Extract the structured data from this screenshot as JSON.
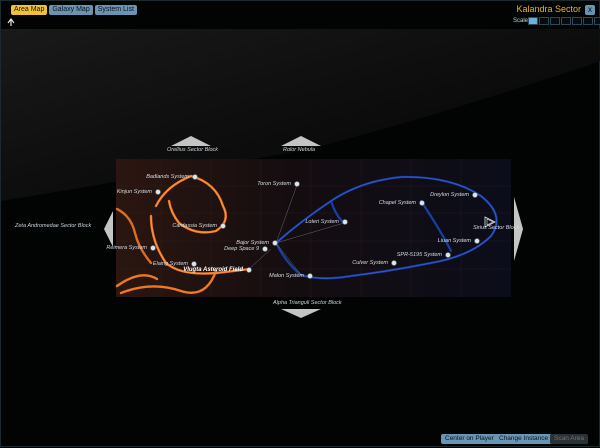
{
  "tabs": [
    {
      "label": "Area Map",
      "active": true
    },
    {
      "label": "Galaxy Map",
      "active": false
    },
    {
      "label": "System List",
      "active": false
    }
  ],
  "window": {
    "title": "Kalandra Sector",
    "close_icon": "close-icon"
  },
  "scale": {
    "label": "Scale",
    "segments": 7,
    "level": 1
  },
  "neighbors": {
    "north_left": "Orellius Sector Block",
    "north_right": "Rolor Nebula",
    "west": "Zeta Andromedae Sector Block",
    "south": "Alpha Trianguli Sector Block"
  },
  "systems": [
    {
      "name": "Badlands System"
    },
    {
      "name": "Kinjun System"
    },
    {
      "name": "Cardassia System"
    },
    {
      "name": "Reimera System"
    },
    {
      "name": "Elaing System"
    },
    {
      "name": "Vlugta Asteroid Field",
      "current": true
    },
    {
      "name": "Toron System"
    },
    {
      "name": "Loteri System"
    },
    {
      "name": "Bajor System"
    },
    {
      "name": "Deep Space 9"
    },
    {
      "name": "Malon System"
    },
    {
      "name": "Chapel System"
    },
    {
      "name": "Dreylon System"
    },
    {
      "name": "Sirius Sector Block"
    },
    {
      "name": "Liuan System"
    },
    {
      "name": "SPR-5195 System"
    },
    {
      "name": "Culver System"
    }
  ],
  "buttons": {
    "center": "Center on Player",
    "change": "Change Instance",
    "scan": "Scan Area"
  },
  "colors": {
    "accent": "#f0c23a",
    "tab": "#6a94b4",
    "orange_route": "#f07820",
    "blue_route": "#1a3ea8"
  }
}
